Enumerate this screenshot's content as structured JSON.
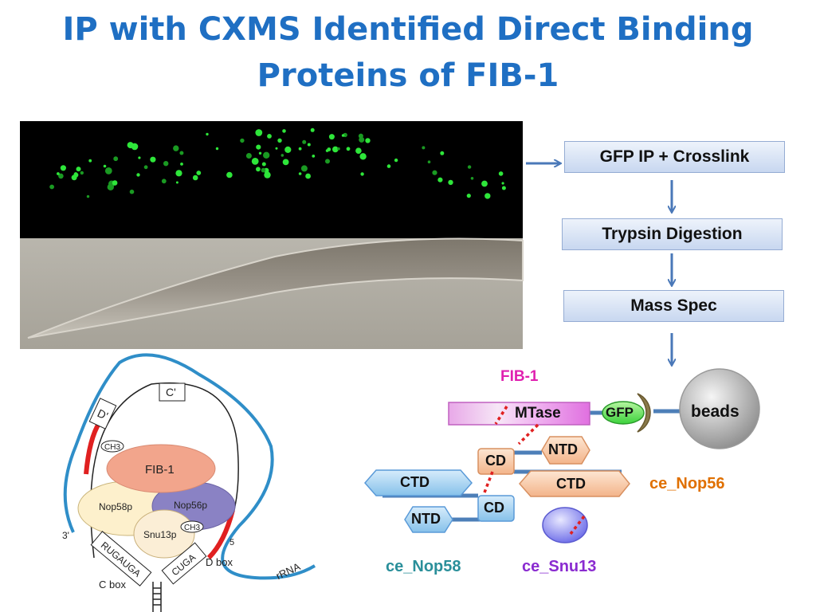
{
  "title_line1": "IP with CXMS Identified Direct Binding",
  "title_line2": "Proteins of FIB-1",
  "workflow": {
    "step1": "GFP IP + Crosslink",
    "step2": "Trypsin Digestion",
    "step3": "Mass Spec"
  },
  "model": {
    "fib1": "FIB-1",
    "mtase": "MTase",
    "gfp": "GFP",
    "beads": "beads",
    "cd_top": "CD",
    "ntd_top": "NTD",
    "ctd_left": "CTD",
    "ctd_right": "CTD",
    "cd_bottom": "CD",
    "ntd_bottom": "NTD",
    "nop56": "ce_Nop56",
    "nop58": "ce_Nop58",
    "snu13": "ce_Snu13"
  },
  "snorna": {
    "c_prime": "C'",
    "d_prime": "D'",
    "ch3_top": "CH3",
    "ch3_bottom": "CH3",
    "fib1": "FIB-1",
    "nop58p": "Nop58p",
    "nop56p": "Nop56p",
    "snu13p": "Snu13p",
    "three_prime": "3'",
    "five_prime": "5",
    "rugauga": "RUGAUGA",
    "cuga": "CUGA",
    "c_box": "C box",
    "d_box": "D box",
    "rrna": "rRNA"
  },
  "colors": {
    "title": "#1f6fc3",
    "fib1_label": "#e020b0",
    "nop56_label": "#e07000",
    "nop58_label": "#2a8f9a",
    "snu13_label": "#8a2bd0",
    "arrow": "#4a78b8"
  }
}
